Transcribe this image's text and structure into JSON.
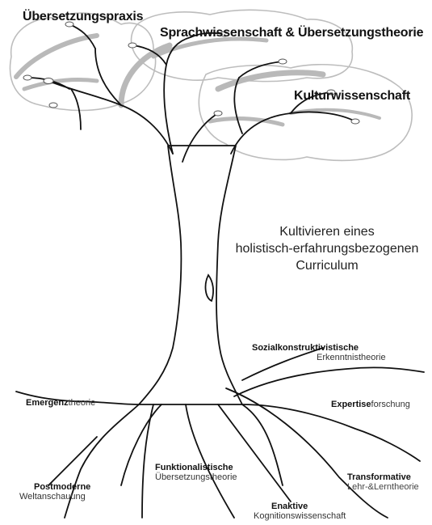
{
  "canopy_labels": {
    "left": "Übersetzungspraxis",
    "middle": "Sprachwissenschaft & Übersetzungstheorie",
    "right": "Kulturwissenschaft"
  },
  "center_text": {
    "line1": "Kultivieren eines",
    "line2": "holistisch-erfahrungsbezogenen",
    "line3": "Curriculum"
  },
  "roots": {
    "sozial": {
      "bold": "Sozialkonstruktivistische",
      "light": "Erkenntnistheorie"
    },
    "emergenz": {
      "bold": "Emergenz",
      "light": "theorie"
    },
    "expertise": {
      "bold": "Expertise",
      "light": "forschung"
    },
    "transformative": {
      "bold": "Transformative",
      "light": "Lehr-&Lerntheorie"
    },
    "postmoderne": {
      "bold": "Postmoderne",
      "light": "Weltanschauung"
    },
    "funktional": {
      "bold": "Funktionalistische",
      "light": "Übersetzungstheorie"
    },
    "enaktive": {
      "bold": "Enaktive",
      "light": "Kognitionswissenschaft"
    }
  }
}
